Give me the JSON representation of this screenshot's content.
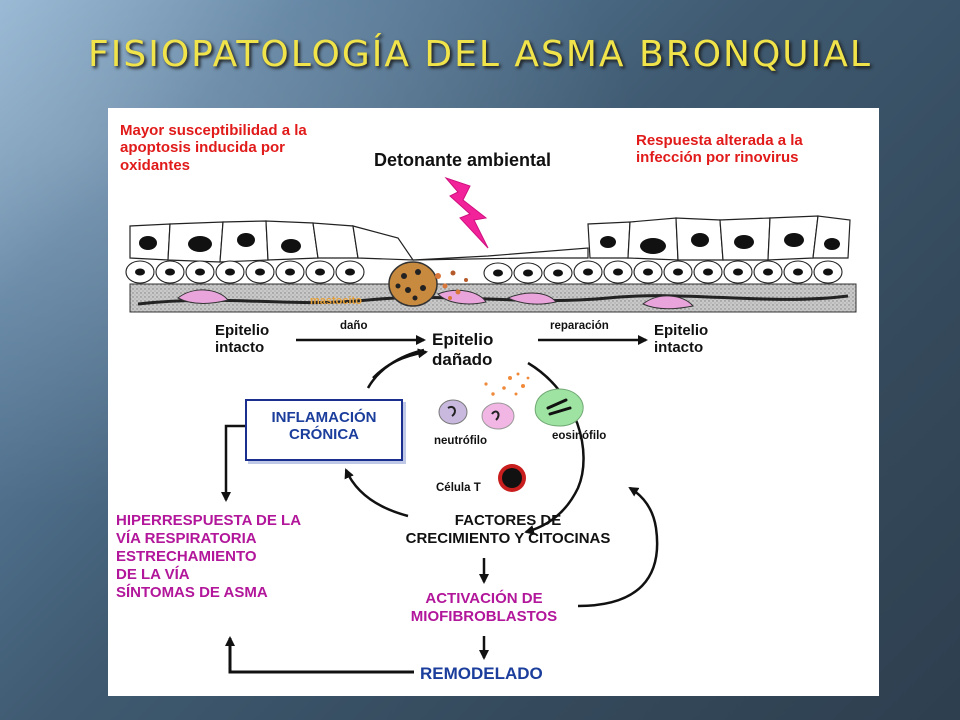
{
  "title": "FISIOPATOLOGÍA DEL ASMA BRONQUIAL",
  "labels": {
    "susceptibilidad": "Mayor susceptibilidad a la\napoptosis inducida por\noxidantes",
    "detonante": "Detonante ambiental",
    "rinovirus": "Respuesta alterada a la\ninfección por rinovirus",
    "mastocito": "mastocito",
    "epitelio_intacto_izq": "Epitelio\nintacto",
    "dano": "daño",
    "epitelio_danado": "Epitelio\ndañado",
    "reparacion": "reparación",
    "epitelio_intacto_der": "Epitelio\nintacto",
    "inflamacion": "INFLAMACIÓN\nCRÓNICA",
    "neutrofilo": "neutrófilo",
    "eosinofilo": "eosinófilo",
    "celula_t": "Célula T",
    "hiperrespuesta": "HIPERRESPUESTA DE LA\n   VÍA RESPIRATORIA\nESTRECHAMIENTO\n   DE LA VÍA\nSÍNTOMAS DE ASMA",
    "factores": "FACTORES DE\nCRECIMIENTO Y CITOCINAS",
    "activacion": "ACTIVACIÓN DE\nMIOFIBROBLASTOS",
    "remodelado": "REMODELADO"
  },
  "colors": {
    "title": "#f1e34a",
    "red_text": "#e11a1a",
    "magenta_text": "#b2169a",
    "blue_text": "#1b3e9c",
    "lightning": "#f2239a"
  }
}
